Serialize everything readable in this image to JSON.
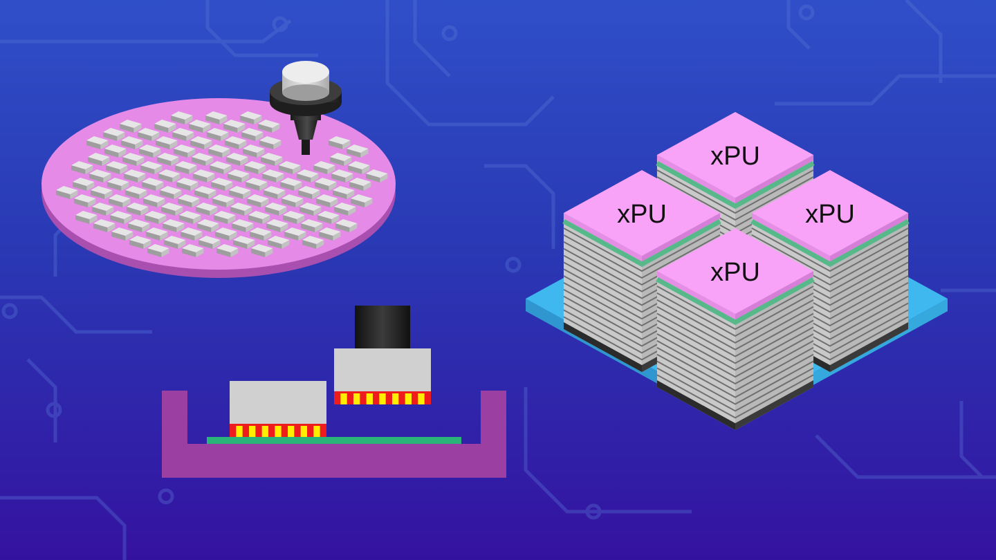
{
  "colors": {
    "background_top": "#2f4fc8",
    "background_bottom": "#3412a0",
    "circuit_traces": "#5a78d8",
    "wafer": "#e58ae6",
    "die": "#e6e6e6",
    "pick_tool": "#2a2a2a",
    "chip_top": "#f8a3f8",
    "bond_layer": "#57b98a",
    "memory_layers": "#d0d0d0",
    "interposer": "#3fb7ef",
    "carrier": "#9b3fa2",
    "substrate_trace": "#2bb47a",
    "bump_red": "#ee1c1c",
    "bump_yellow": "#ffee00"
  },
  "stacks": [
    {
      "label": "xPU"
    },
    {
      "label": "xPU"
    },
    {
      "label": "xPU"
    },
    {
      "label": "xPU"
    }
  ],
  "icons": [
    "circuit-trace-icon",
    "pick-nozzle-icon",
    "bond-head-icon"
  ]
}
